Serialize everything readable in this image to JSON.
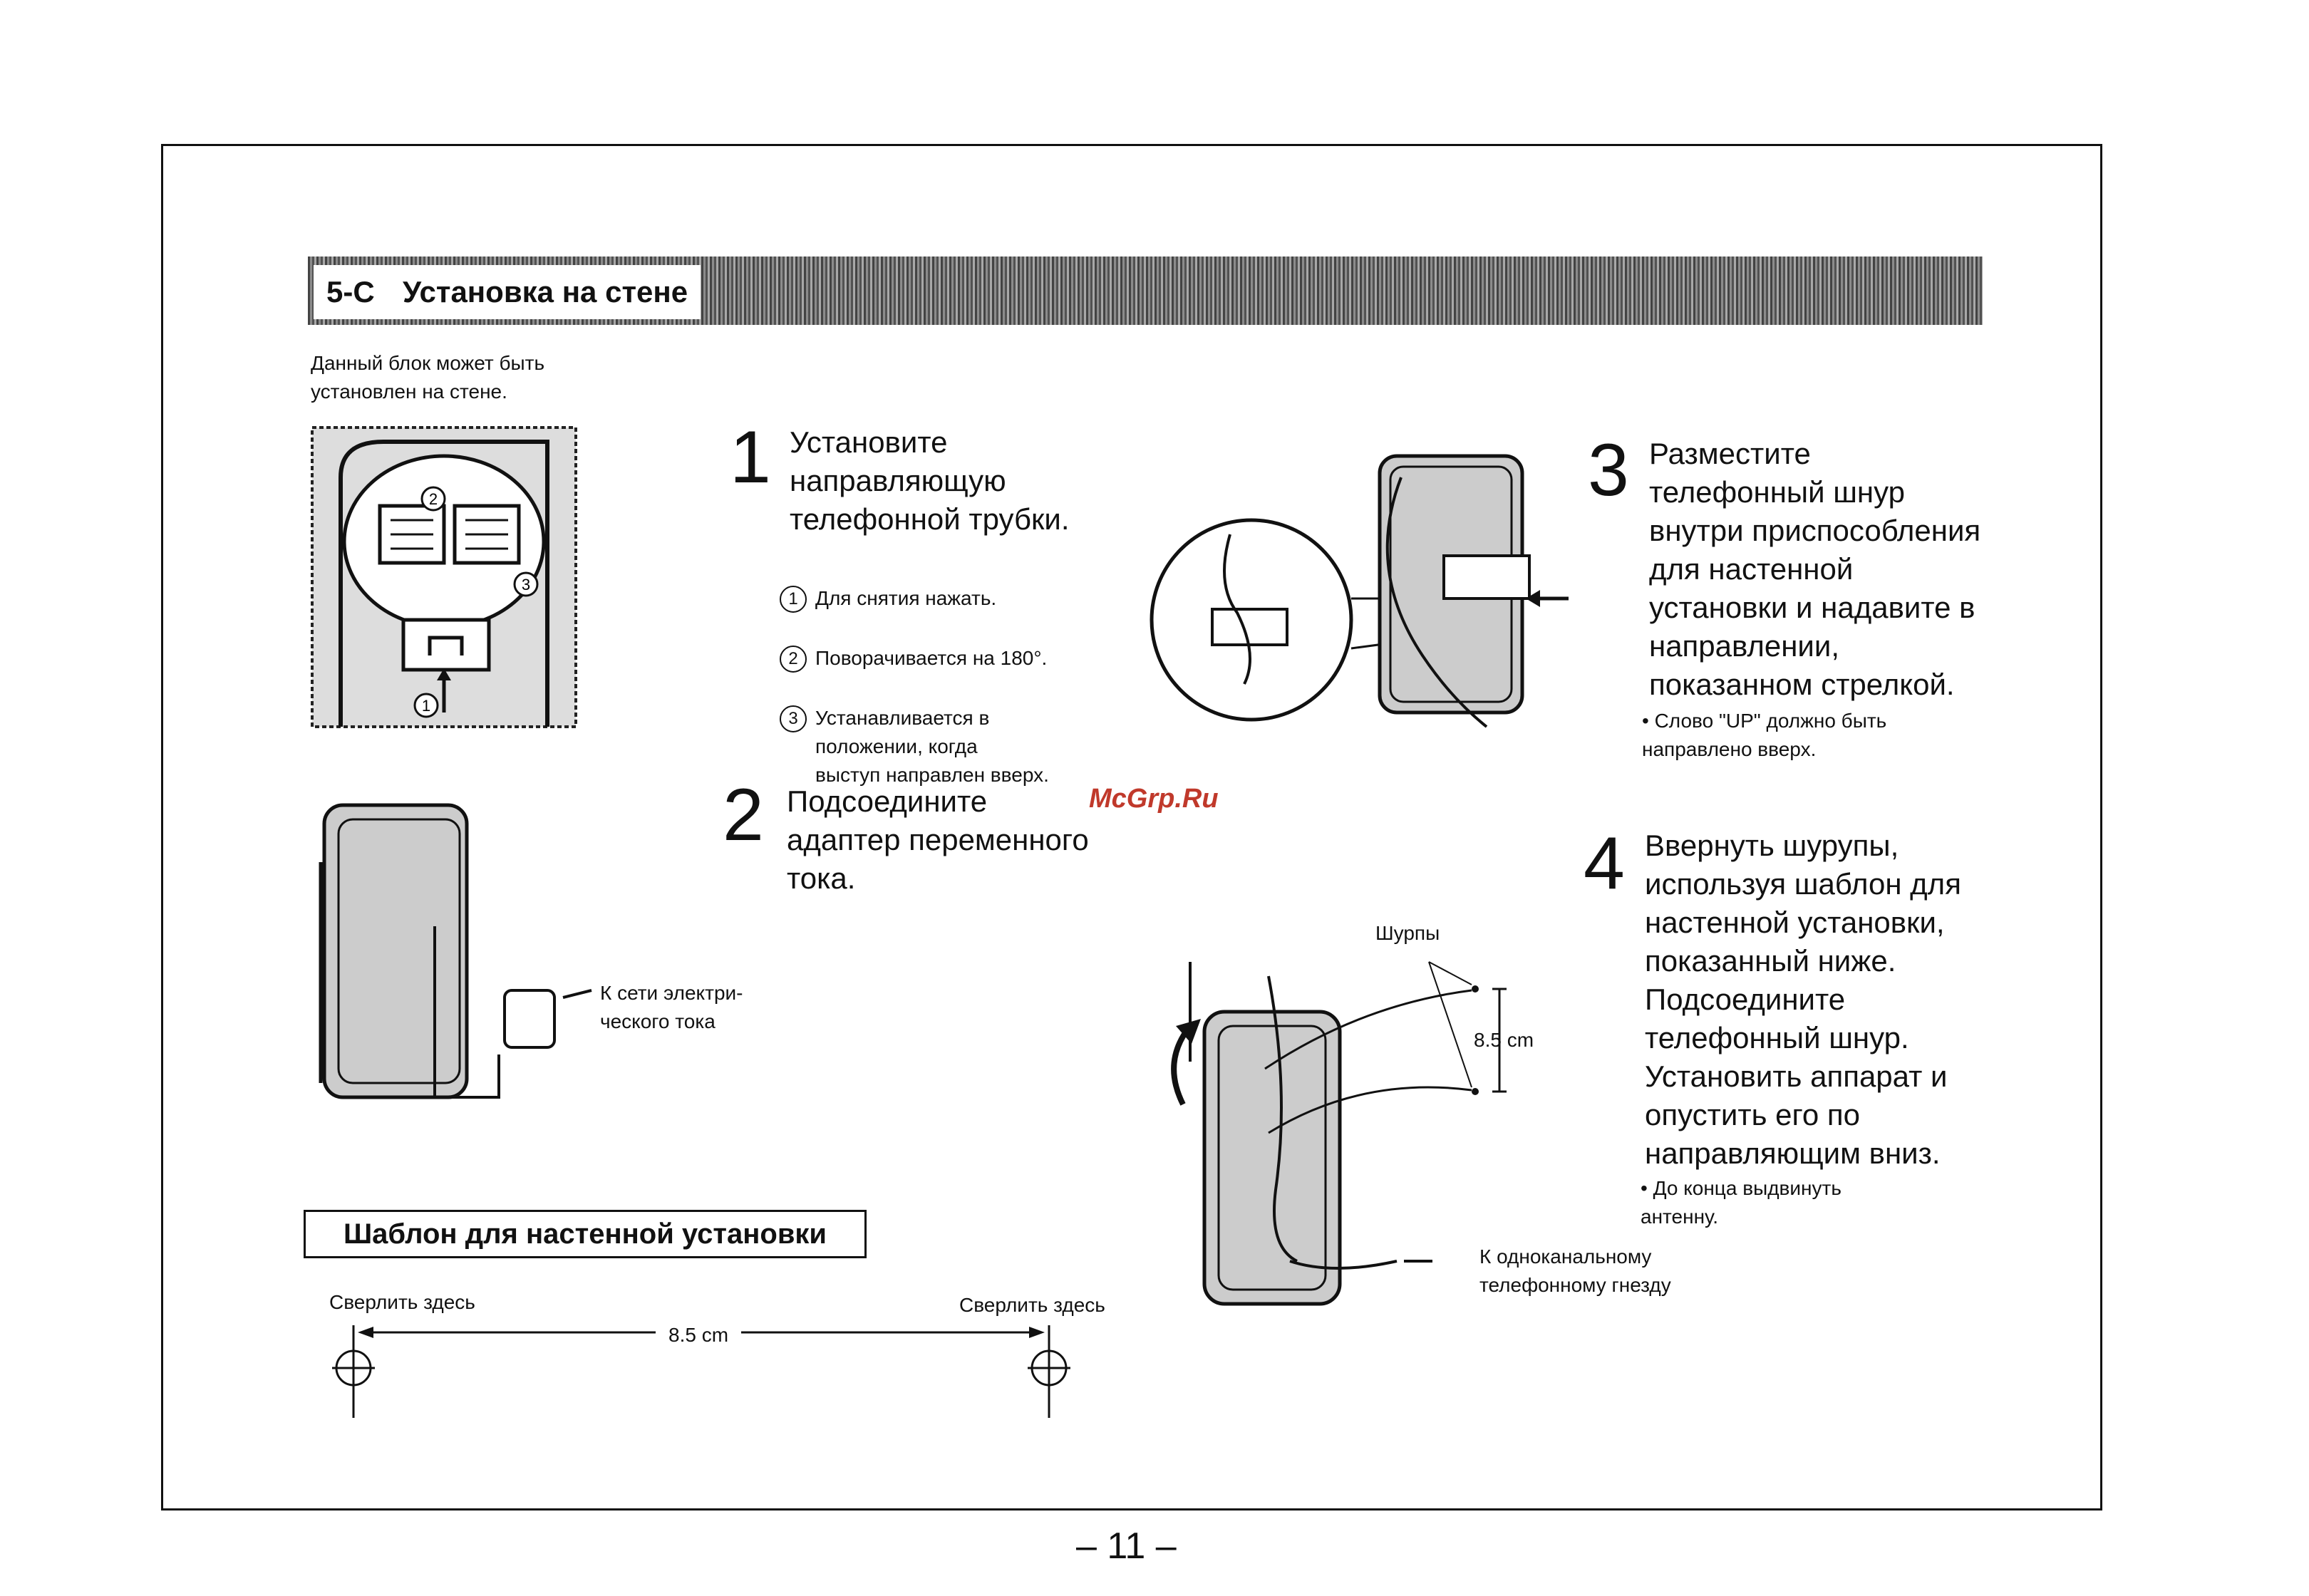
{
  "section": {
    "number": "5-C",
    "title": "Установка на стене"
  },
  "intro": "Данный блок может быть\nустановлен на стене.",
  "watermark": "McGrp.Ru",
  "steps": [
    {
      "num": "1",
      "text": "Установите\nнаправляющую\nтелефонной трубки.",
      "substeps": [
        {
          "mark": "1",
          "text": "Для снятия нажать."
        },
        {
          "mark": "2",
          "text": "Поворачивается на 180°."
        },
        {
          "mark": "3",
          "text": "Устанавливается в\nположении, когда\nвыступ направлен вверх."
        }
      ]
    },
    {
      "num": "2",
      "text": "Подсоедините\nадаптер переменного\nтока.",
      "callout": "К сети электри-\nческого тока"
    },
    {
      "num": "3",
      "text": "Разместите\nтелефонный шнур\nвнутри приспособления\nдля настенной\nустановки и надавите в\nнаправлении,\nпоказанном стрелкой.",
      "note": "• Слово \"UP\" должно быть\n  направлено вверх."
    },
    {
      "num": "4",
      "text": "Ввернуть шурупы,\nиспользуя шаблон для\nнастенной установки,\nпоказанный ниже.\nПодсоедините\nтелефонный шнур.\nУстановить аппарат и\nопустить его по\nнаправляющим вниз.",
      "note": "• До конца выдвинуть\n  антенну.",
      "label_screws": "Шурпы",
      "label_distance": "8.5 cm",
      "label_jack": "К одноканальному\nтелефонному гнезду"
    }
  ],
  "template": {
    "title": "Шаблон для настенной установки",
    "drill_left": "Сверлить здесь",
    "drill_right": "Сверлить здесь",
    "distance": "8.5 cm"
  },
  "page_number": "– 11 –"
}
